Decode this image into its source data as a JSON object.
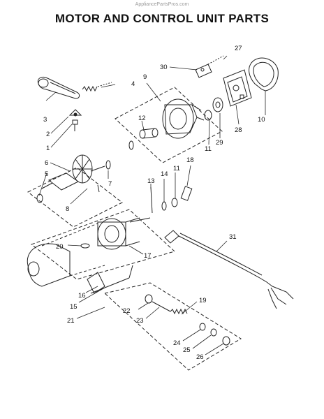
{
  "header": {
    "watermark": "AppliancePartsPros.com",
    "title": "MOTOR AND CONTROL UNIT PARTS"
  },
  "callouts": {
    "c1": "1",
    "c2": "2",
    "c3": "3",
    "c4": "4",
    "c5": "5",
    "c6": "6",
    "c7": "7",
    "c8": "8",
    "c9": "9",
    "c10": "10",
    "c11a": "11",
    "c11b": "11",
    "c12": "12",
    "c13": "13",
    "c14": "14",
    "c15": "15",
    "c16": "16",
    "c17": "17",
    "c18": "18",
    "c19": "19",
    "c20": "20",
    "c21": "21",
    "c22": "22",
    "c23": "23",
    "c24": "24",
    "c25": "25",
    "c26": "26",
    "c27": "27",
    "c28": "28",
    "c29": "29",
    "c30": "30",
    "c31": "31"
  }
}
